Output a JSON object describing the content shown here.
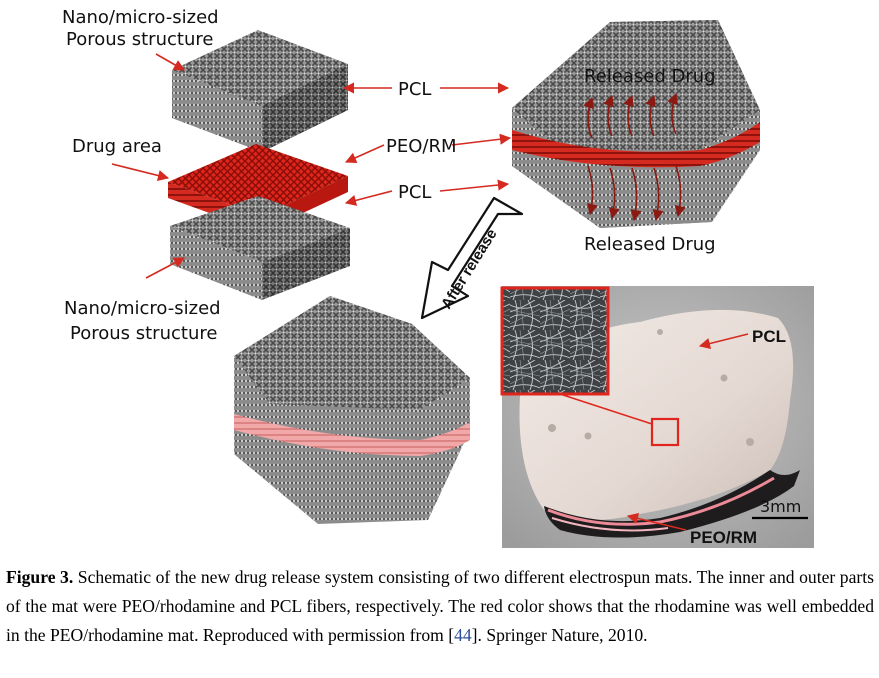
{
  "figure": {
    "labels": {
      "top_porous_line1": "Nano/micro-sized",
      "top_porous_line2": "Porous structure",
      "drug_area": "Drug area",
      "pcl_top": "PCL",
      "peo_rm": "PEO/RM",
      "pcl_bottom": "PCL",
      "released_drug_top": "Released Drug",
      "released_drug_bottom": "Released Drug",
      "bottom_porous_line1": "Nano/micro-sized",
      "bottom_porous_line2": "Porous structure",
      "after_release": "After release",
      "photo_pcl": "PCL",
      "photo_peo_rm": "PEO/RM",
      "scale_bar": "3mm"
    },
    "colors": {
      "fiber_gray": "#6e6e6e",
      "drug_red": "#e0261c",
      "faded_red": "#f0a0a0",
      "arrow_red": "#d42a20"
    }
  },
  "caption": {
    "label": "Figure 3.",
    "text_before_ref": " Schematic of the new drug release system consisting of two different electrospun mats. The inner and outer parts of the mat were PEO/rhodamine and PCL fibers, respectively. The red color shows that the rhodamine was well embedded in the PEO/rhodamine mat. Reproduced with permission from [",
    "ref": "44",
    "text_after_ref": "]. Springer Nature, 2010."
  }
}
